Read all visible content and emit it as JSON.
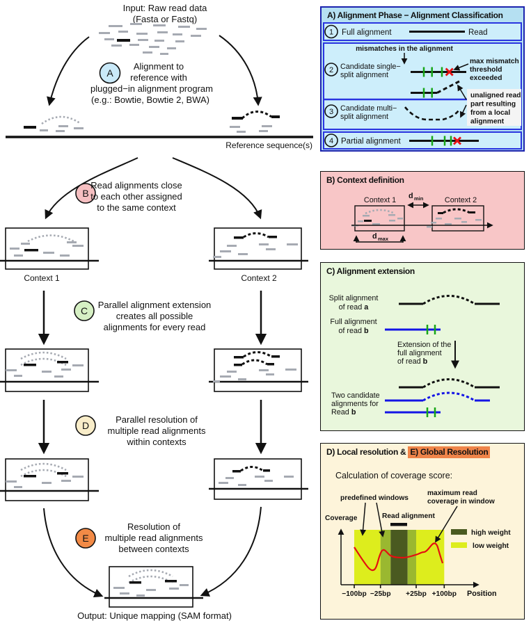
{
  "flow": {
    "input_line1": "Input: Raw read data",
    "input_line2": "(Fasta or Fastq)",
    "reference_label": "Reference sequence(s)",
    "context1_label": "Context 1",
    "context2_label": "Context 2",
    "output_label": "Output: Unique mapping (SAM format)",
    "stepA": {
      "letter": "A",
      "color": "#c9e9f8",
      "lines": [
        "Alignment to",
        "reference with",
        "plugged−in alignment program",
        "(e.g.: Bowtie, Bowtie 2, BWA)"
      ]
    },
    "stepB": {
      "letter": "B",
      "color": "#f6bfc1",
      "lines": [
        "Read alignments close",
        "to each other assigned",
        "to the same context"
      ]
    },
    "stepC": {
      "letter": "C",
      "color": "#d6f0c4",
      "lines": [
        "Parallel alignment extension",
        "creates all possible",
        "alignments  for every read"
      ]
    },
    "stepD": {
      "letter": "D",
      "color": "#f9edc9",
      "lines": [
        "Parallel resolution of",
        "multiple read alignments",
        "within contexts"
      ]
    },
    "stepE": {
      "letter": "E",
      "color": "#f28a46",
      "lines": [
        "Resolution of",
        "multiple read alignments",
        "between contexts"
      ]
    }
  },
  "panelA": {
    "title": "A) Alignment Phase − Alignment Classification",
    "item1": {
      "num": "1",
      "label": "Full alignment",
      "read_label": "Read"
    },
    "item2": {
      "num": "2",
      "line1": "Candidate single−",
      "line2": "split  alignment"
    },
    "item3": {
      "num": "3",
      "line1": "Candidate multi−",
      "line2": "split  alignment"
    },
    "item4": {
      "num": "4",
      "label": "Partial alignment"
    },
    "ann_mismatches": "mismatches in the alignment",
    "ann_max": {
      "line1": "max mismatch",
      "line2": "threshold",
      "line3": "exceeded"
    },
    "ann_unaligned": {
      "line1": "unaligned read",
      "line2": "part resulting",
      "line3": "from a local",
      "line4": "alignment"
    }
  },
  "panelB": {
    "title": "B) Context definition",
    "context1": "Context 1",
    "context2": "Context 2",
    "d_min_d": "d",
    "d_min_sub": "min",
    "d_max_d": "d",
    "d_max_sub": "max"
  },
  "panelC": {
    "title": "C) Alignment extension",
    "split_l1": "Split alignment",
    "split_l2_pre": "of read ",
    "split_l2_b": "a",
    "full_l1": "Full alignment",
    "full_l2_pre": "of read ",
    "full_l2_b": "b",
    "ext_l1": "Extension of the",
    "ext_l2": "full alignment",
    "ext_l3_pre": "of read ",
    "ext_l3_b": "b",
    "two_l1": "Two candidate",
    "two_l2": "alignments for",
    "two_l3_pre": "Read ",
    "two_l3_b": "b"
  },
  "panelD": {
    "title_d": "D) Local resolution & ",
    "title_e": "E) Global Resolution",
    "subtitle": "Calculation of coverage score:",
    "ann_windows": "predefined windows",
    "ann_read": "Read alignment",
    "ann_max_l1": "maximum read",
    "ann_max_l2": "coverage in window",
    "legend_high": "high weight",
    "legend_low": "low weight",
    "y_label": "Coverage",
    "x_label": "Position",
    "ticks": [
      "−100bp",
      "−25bp",
      "+25bp",
      "+100bp"
    ],
    "colors": {
      "high": "#4a5a20",
      "mid": "#9ab830",
      "low": "#dded1d",
      "curve": "#e41010",
      "highlight": "#ef8449"
    }
  },
  "chart_data": {
    "type": "line",
    "title": "Calculation of coverage score",
    "xlabel": "Position",
    "ylabel": "Coverage",
    "x_ticks": [
      "−100bp",
      "−25bp",
      "+25bp",
      "+100bp"
    ],
    "bands": [
      {
        "from": "−100bp",
        "to": "−25bp",
        "weight": "low"
      },
      {
        "from": "−25bp",
        "to": "+25bp",
        "weight": "high (read alignment window)"
      },
      {
        "from": "+25bp",
        "to": "+100bp",
        "weight": "low"
      }
    ],
    "series": [
      {
        "name": "read coverage",
        "color": "#e41010",
        "x_relative": [
          -100,
          -80,
          -60,
          -45,
          -25,
          -10,
          10,
          25,
          45,
          70,
          85,
          100
        ],
        "y_relative": [
          0.65,
          0.45,
          0.25,
          0.55,
          0.48,
          0.45,
          0.46,
          0.5,
          0.55,
          0.75,
          0.6,
          0.35
        ]
      }
    ],
    "legend": [
      {
        "label": "high weight",
        "color": "#4a5a20"
      },
      {
        "label": "low weight",
        "color": "#dded1d"
      }
    ],
    "legend_position": "top-right",
    "grid": false
  }
}
